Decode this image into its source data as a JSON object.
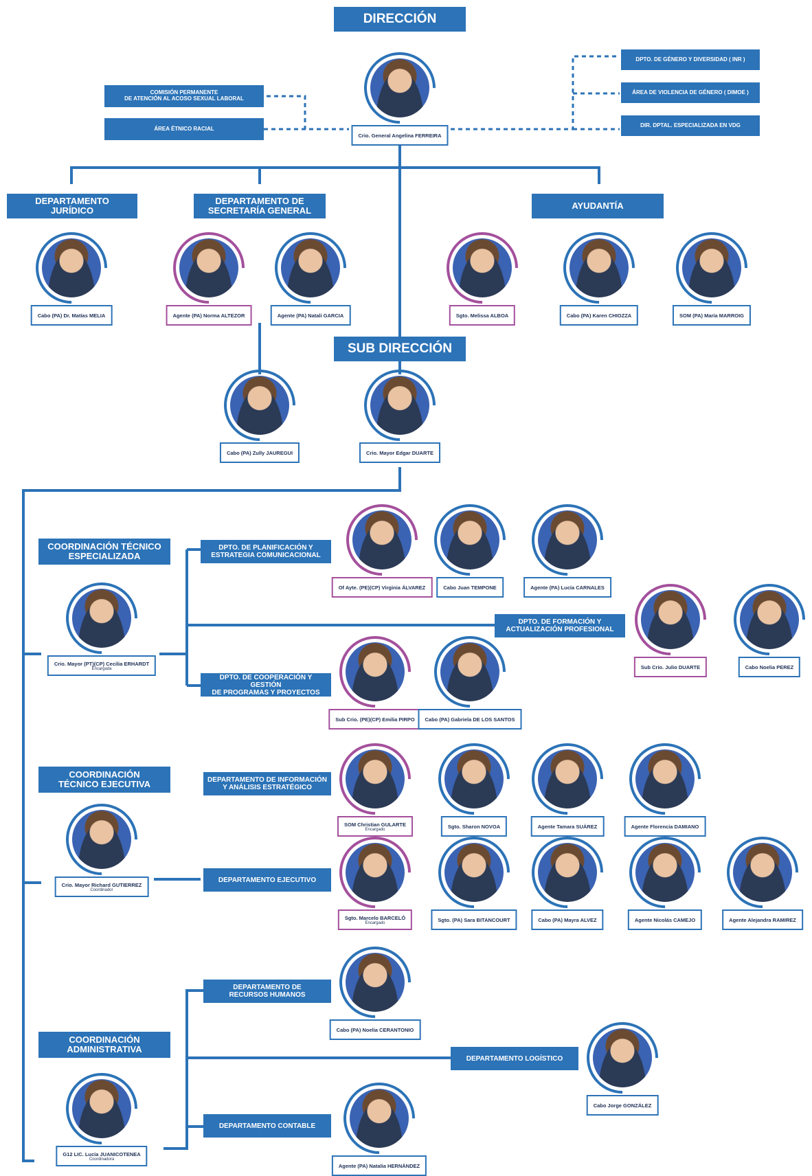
{
  "colors": {
    "primary": "#2c73b7",
    "accent": "#a4509c"
  },
  "headers": {
    "direccion": "DIRECCIÓN",
    "sub_direccion": "SUB DIRECCIÓN",
    "juridico": "DEPARTAMENTO\nJURÍDICO",
    "secretaria": "DEPARTAMENTO DE\nSECRETARÍA GENERAL",
    "ayudantia": "AYUDANTÍA",
    "coord_tecnico_esp": "COORDINACIÓN TÉCNICO\nESPECIALIZADA",
    "coord_tecnico_ejec": "COORDINACIÓN\nTÉCNICO EJECUTIVA",
    "coord_admin": "COORDINACIÓN\nADMINISTRATIVA"
  },
  "side_units": {
    "acoso": "COMISIÓN PERMANENTE\nDE ATENCIÓN AL ACOSO SEXUAL LABORAL",
    "etnico": "ÁREA ÉTNICO RACIAL",
    "genero": "DPTO. DE GÉNERO Y DIVERSIDAD ( INR )",
    "violencia": "ÁREA DE VIOLENCIA DE GÉNERO ( DIMOE )",
    "vdg": "DIR. DPTAL. ESPECIALIZADA EN VDG"
  },
  "departments": {
    "planificacion": "DPTO. DE PLANIFICACIÓN Y\nESTRATEGIA COMUNICACIONAL",
    "formacion": "DPTO. DE FORMACIÓN Y\nACTUALIZACIÓN PROFESIONAL",
    "cooperacion": "DPTO. DE COOPERACIÓN Y GESTIÓN\nDE PROGRAMAS Y PROYECTOS",
    "informacion": "DEPARTAMENTO DE INFORMACIÓN\nY ANÁLISIS ESTRATÉGICO",
    "ejecutivo": "DEPARTAMENTO EJECUTIVO",
    "rrhh": "DEPARTAMENTO DE\nRECURSOS HUMANOS",
    "logistico": "DEPARTAMENTO  LOGÍSTICO",
    "contable": "DEPARTAMENTO CONTABLE"
  },
  "people": [
    {
      "name": "Crio. General Angelina FERREIRA",
      "role": "",
      "accent": false
    },
    {
      "name": "Cabo (PA) Dr. Matías MELIA",
      "role": "",
      "accent": false
    },
    {
      "name": "Agente (PA) Norma ALTEZOR",
      "role": "",
      "accent": true
    },
    {
      "name": "Agente (PA) Natali GARCIA",
      "role": "",
      "accent": false
    },
    {
      "name": "Sgto. Melissa ALBOA",
      "role": "",
      "accent": true
    },
    {
      "name": "Cabo (PA) Karen CHIOZZA",
      "role": "",
      "accent": false
    },
    {
      "name": "SOM (PA) María MARROIG",
      "role": "",
      "accent": false
    },
    {
      "name": "Cabo (PA) Zully JAUREGUI",
      "role": "",
      "accent": false
    },
    {
      "name": "Crio. Mayor Edgar DUARTE",
      "role": "",
      "accent": false
    },
    {
      "name": "Of Ayte. (PE)(CP) Virginia ÁLVAREZ",
      "role": "",
      "accent": true
    },
    {
      "name": "Cabo Juan TEMPONE",
      "role": "",
      "accent": false
    },
    {
      "name": "Agente (PA) Lucía CARNALES",
      "role": "",
      "accent": false
    },
    {
      "name": "Crio. Mayor (PT)(CP) Cecilia ERHARDT",
      "role": "Encargada",
      "accent": false
    },
    {
      "name": "Sub Crio. Julio DUARTE",
      "role": "",
      "accent": true
    },
    {
      "name": "Cabo Noelia PEREZ",
      "role": "",
      "accent": false
    },
    {
      "name": "Sub Crio. (PE)(CP) Emilia PIRPO",
      "role": "",
      "accent": true
    },
    {
      "name": "Cabo (PA) Gabriela DE LOS SANTOS",
      "role": "",
      "accent": false
    },
    {
      "name": "SOM Christian GULARTE",
      "role": "Encargado",
      "accent": true
    },
    {
      "name": "Sgto. Sharon NOVOA",
      "role": "",
      "accent": false
    },
    {
      "name": "Agente Tamara SUÁREZ",
      "role": "",
      "accent": false
    },
    {
      "name": "Agente Florencia DAMIANO",
      "role": "",
      "accent": false
    },
    {
      "name": "Crio. Mayor Richard GUTIERREZ",
      "role": "Coordinador",
      "accent": false
    },
    {
      "name": "Sgto. Marcelo BARCELÓ",
      "role": "Encargado",
      "accent": true
    },
    {
      "name": "Sgto. (PA) Sara BITANCOURT",
      "role": "",
      "accent": false
    },
    {
      "name": "Cabo (PA) Mayra ALVEZ",
      "role": "",
      "accent": false
    },
    {
      "name": "Agente Nicolás CAMEJO",
      "role": "",
      "accent": false
    },
    {
      "name": "Agente Alejandra RAMIREZ",
      "role": "",
      "accent": false
    },
    {
      "name": "Cabo (PA) Noelia CERANTONIO",
      "role": "",
      "accent": false
    },
    {
      "name": "Cabo Jorge GONZÁLEZ",
      "role": "",
      "accent": false
    },
    {
      "name": "G12 LIC. Lucía JUANICOTENEA",
      "role": "Coordinadora",
      "accent": false
    },
    {
      "name": "Agente (PA) Natalia HERNÁNDEZ",
      "role": "",
      "accent": false
    }
  ]
}
